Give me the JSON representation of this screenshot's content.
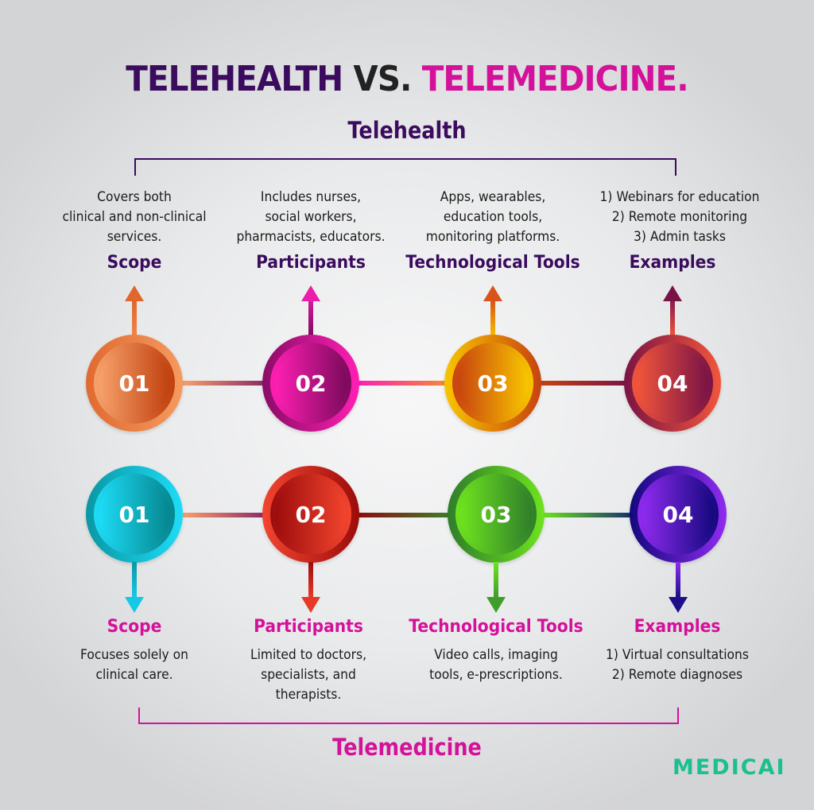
{
  "header": {
    "title_part1": "TELEHEALTH",
    "title_part2": "VS.",
    "title_part3": "TELEMEDICINE.",
    "colors": {
      "part1": "#3b0b5e",
      "part2": "#222222",
      "part3": "#d4119a"
    }
  },
  "telehealth": {
    "section_title": "Telehealth",
    "color": "#3b0b5e",
    "items": [
      {
        "number": "01",
        "label": "Scope",
        "description": [
          "Covers both",
          "clinical and non-clinical",
          "services."
        ],
        "colors": {
          "light": "#f7a26b",
          "dark": "#c0400e",
          "arrow": "#e0662c"
        }
      },
      {
        "number": "02",
        "label": "Participants",
        "description": [
          "Includes nurses,",
          "social workers,",
          "pharmacists, educators."
        ],
        "colors": {
          "light": "#ff1fb4",
          "dark": "#7c0a5c",
          "arrow": "#e51aa6"
        }
      },
      {
        "number": "03",
        "label": "Technological Tools",
        "description": [
          "Apps, wearables,",
          "education tools,",
          "monitoring platforms."
        ],
        "colors": {
          "light": "#f8c600",
          "dark": "#c8420f",
          "arrow": "#e36a12"
        }
      },
      {
        "number": "04",
        "label": "Examples",
        "description": [
          "1) Webinars for education",
          "2) Remote monitoring",
          "3) Admin tasks"
        ],
        "colors": {
          "light": "#f2563b",
          "dark": "#7a1345",
          "arrow": "#8b1d4a"
        }
      }
    ]
  },
  "telemedicine": {
    "section_title": "Telemedicine",
    "color": "#d4119a",
    "items": [
      {
        "number": "01",
        "label": "Scope",
        "description": [
          "Focuses solely on",
          "clinical care."
        ],
        "colors": {
          "light": "#1edcf7",
          "dark": "#05868f",
          "arrow": "#16c8e6"
        }
      },
      {
        "number": "02",
        "label": "Participants",
        "description": [
          "Limited to doctors,",
          "specialists, and",
          "therapists."
        ],
        "colors": {
          "light": "#f2452e",
          "dark": "#9c0c0c",
          "arrow": "#e63a27"
        }
      },
      {
        "number": "03",
        "label": "Technological Tools",
        "description": [
          "Video calls, imaging",
          "tools, e-prescriptions."
        ],
        "colors": {
          "light": "#6ee31f",
          "dark": "#2f7e2a",
          "arrow": "#3f9e2b"
        }
      },
      {
        "number": "04",
        "label": "Examples",
        "description": [
          "1) Virtual consultations",
          "2) Remote diagnoses"
        ],
        "colors": {
          "light": "#8f2bf0",
          "dark": "#14087e",
          "arrow": "#1d0f8a"
        }
      }
    ]
  },
  "brand": {
    "logo_text": "MEDICAI",
    "color": "#1bc08f"
  }
}
